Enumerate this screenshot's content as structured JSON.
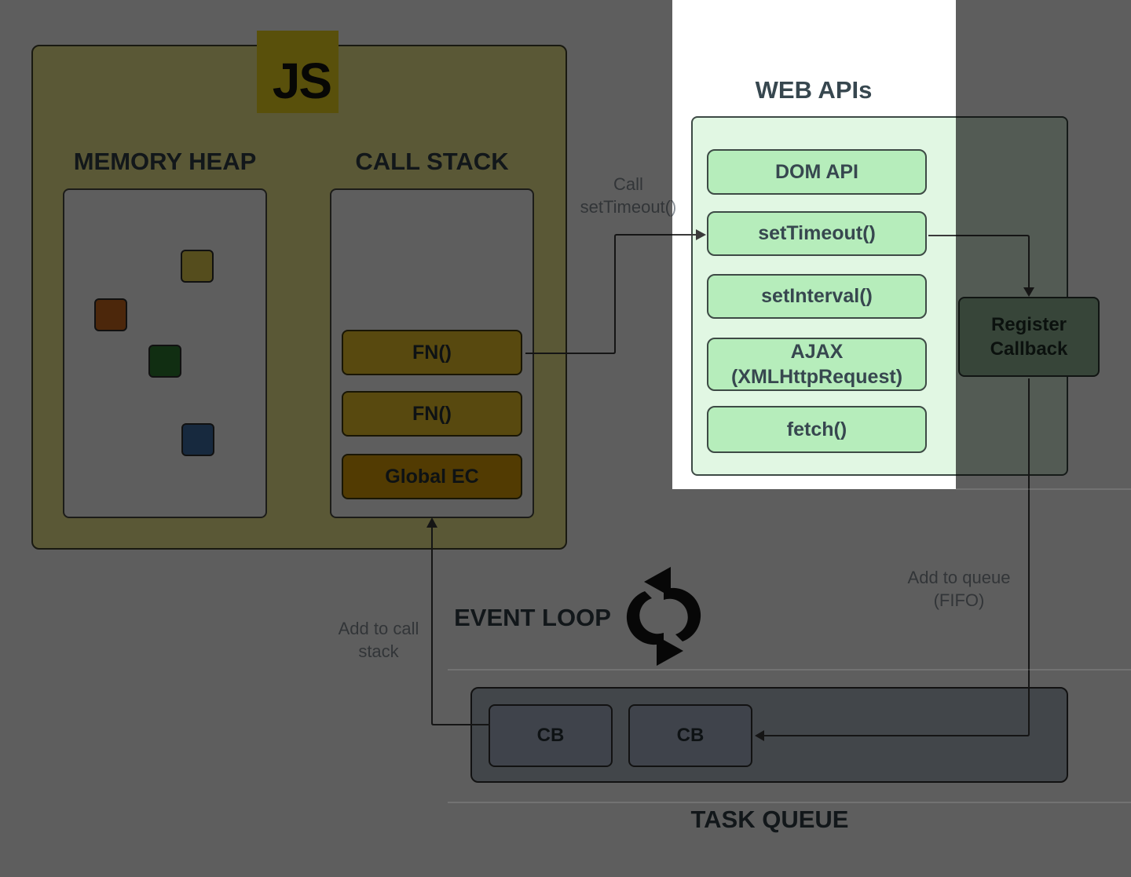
{
  "diagram": {
    "js_logo": "JS",
    "memory_heap": {
      "title": "MEMORY HEAP",
      "blocks": [
        {
          "name": "yellow-block",
          "color": "#e6d24f"
        },
        {
          "name": "orange-block",
          "color": "#cd6a20"
        },
        {
          "name": "green-block",
          "color": "#2f7d33"
        },
        {
          "name": "blue-block",
          "color": "#3f6fa8"
        }
      ]
    },
    "call_stack": {
      "title": "CALL STACK",
      "frames": [
        "FN()",
        "FN()",
        "Global EC"
      ]
    },
    "web_apis": {
      "title": "WEB APIs",
      "boxes": [
        "DOM API",
        "setTimeout()",
        "setInterval()",
        "AJAX (XMLHttpRequest)",
        "fetch()"
      ]
    },
    "register_callback": "Register Callback",
    "event_loop": {
      "title": "EVENT LOOP"
    },
    "task_queue": {
      "title": "TASK QUEUE",
      "callbacks": [
        "CB",
        "CB"
      ]
    },
    "annotations": {
      "call_settimeout": {
        "lines": [
          "Call",
          "setTimeout()"
        ]
      },
      "add_to_call_stack": {
        "lines": [
          "Add to call",
          "stack"
        ]
      },
      "add_to_queue": {
        "lines": [
          "Add to queue",
          "(FIFO)"
        ]
      }
    },
    "colors": {
      "js_yellow": "#f2d91f",
      "container_yellow": "#f5ee92",
      "frame_yellow": "#eec72b",
      "global_ec_gold": "#dda008",
      "web_api_panel_green": "#e1f7e3",
      "web_api_box_green": "#b6edbb",
      "register_green": "#95bb9b",
      "task_queue_gray": "#b4bfc9",
      "callback_blue": "#aab7cc",
      "spotlight_overlay": "rgba(0,0,0,0.63)"
    }
  }
}
